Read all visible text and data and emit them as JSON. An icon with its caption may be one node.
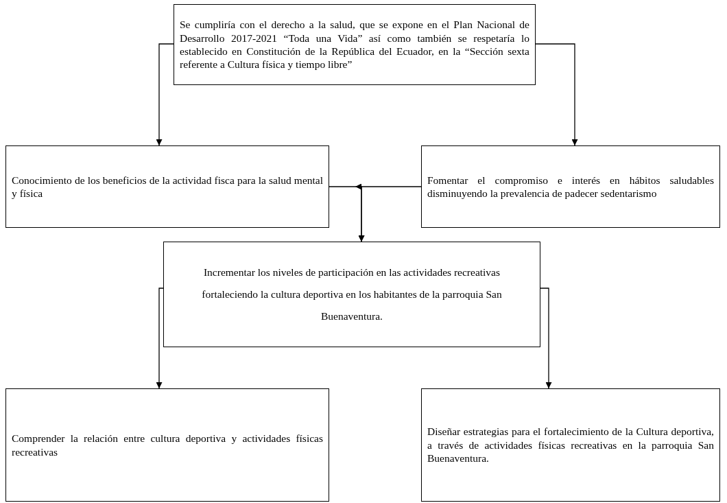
{
  "diagram": {
    "nodes": [
      {
        "text": [
          "Se cumpliría con el derecho a la salud, que se expone en el Plan Nacional de Desarrollo 2017-2021 “Toda una Vida” así como también se respetaría lo establecido en Constitución de la República del Ecuador, en la “Sección sexta referente a Cultura física y tiempo libre”"
        ]
      },
      {
        "text": [
          "Conocimiento de los beneficios de la actividad fisca para la salud mental y física"
        ]
      },
      {
        "text": [
          "Fomentar el compromiso e interés en hábitos saludables disminuyendo la prevalencia de padecer sedentarismo"
        ]
      },
      {
        "text": [
          "Incrementar los niveles de participación en las actividades recreativas fortaleciendo la cultura deportiva en los habitantes de la parroquia San Buenaventura."
        ]
      },
      {
        "text": [
          "Comprender la relación entre cultura deportiva y actividades físicas recreativas"
        ]
      },
      {
        "text": [
          "Diseñar estrategias para el fortalecimiento de la Cultura deportiva, a través de actividades físicas recreativas en la parroquia San Buenaventura."
        ]
      }
    ],
    "edges": [
      {
        "from": 0,
        "to": 1,
        "arrow": "to"
      },
      {
        "from": 0,
        "to": 2,
        "arrow": "to"
      },
      {
        "from": 1,
        "to": 3,
        "arrow": "to"
      },
      {
        "from": 2,
        "to": 3,
        "arrow": "to"
      },
      {
        "from": 3,
        "to": 4,
        "arrow": "to"
      },
      {
        "from": 3,
        "to": 5,
        "arrow": "to"
      }
    ]
  }
}
